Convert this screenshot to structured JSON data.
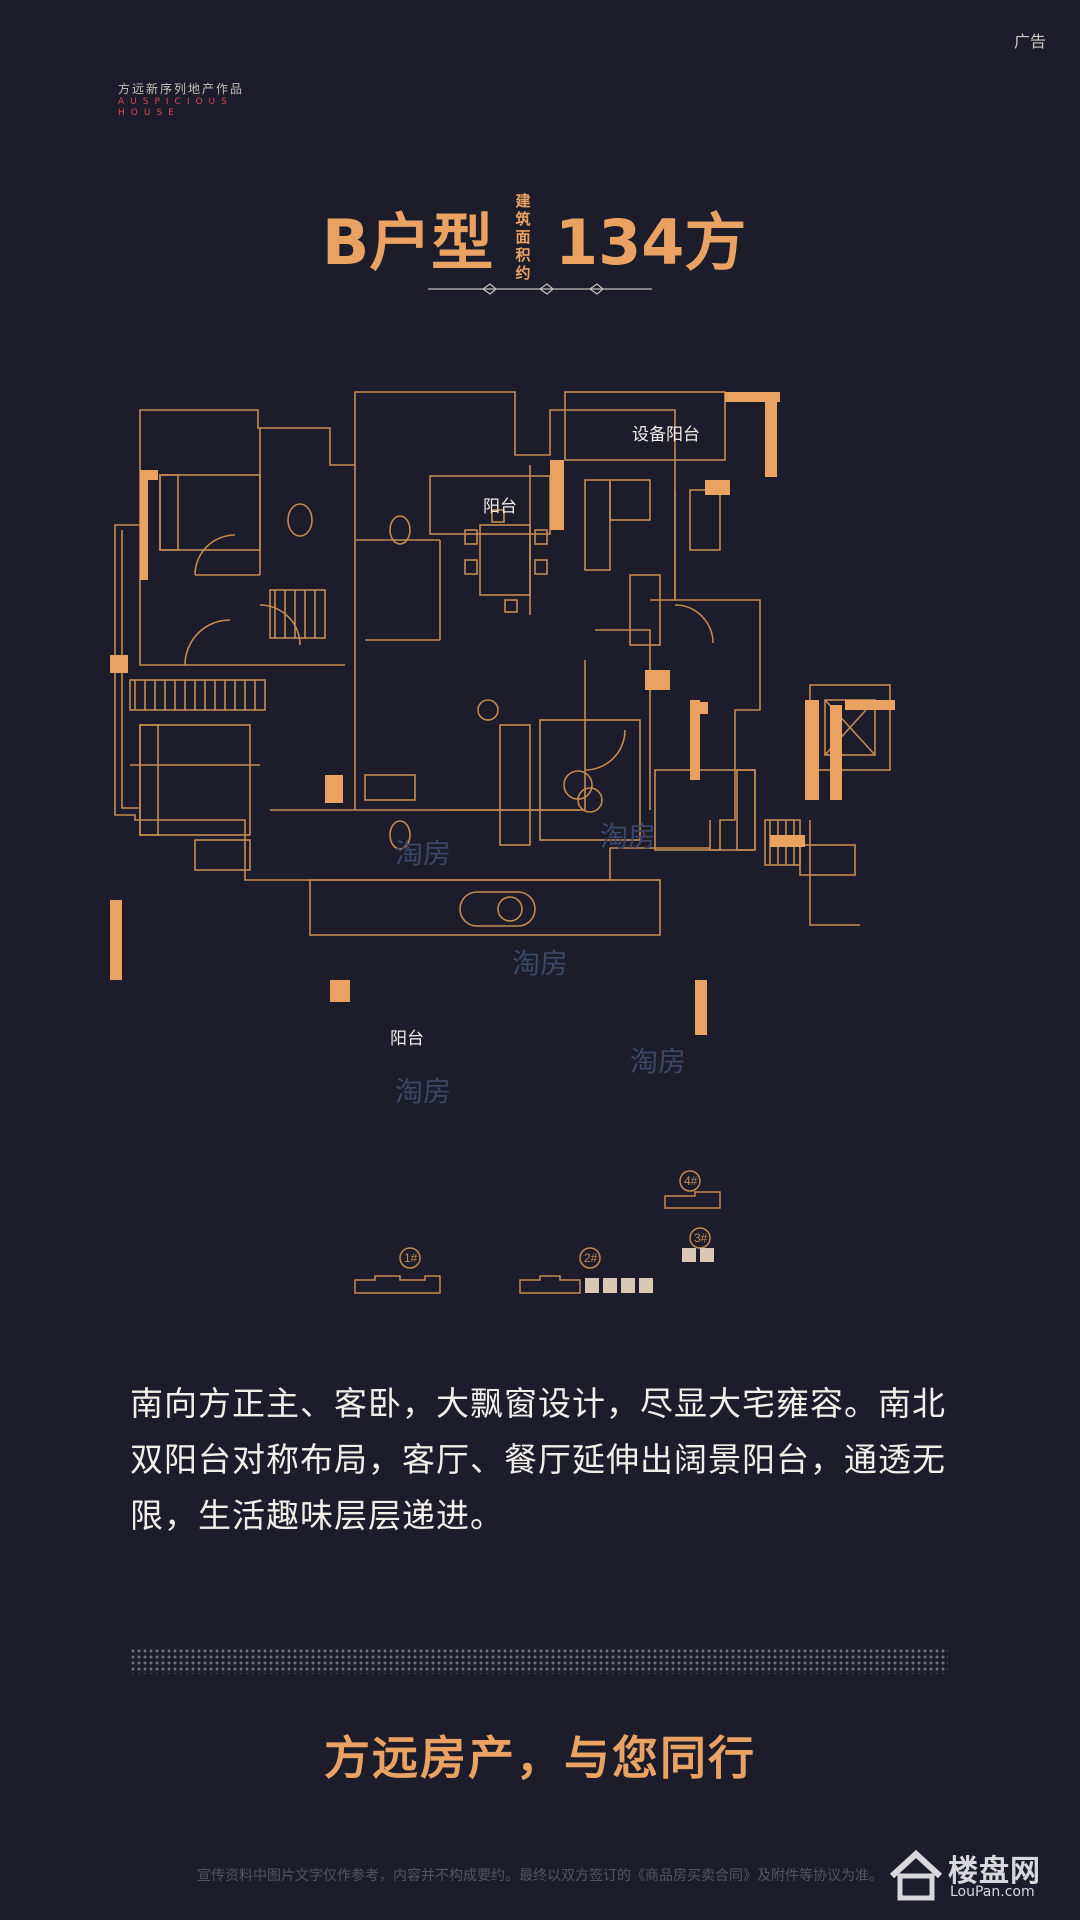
{
  "ad_label": "广告",
  "brand": {
    "line1": "方远新序列地产作品",
    "line2": "AUSPICIOUS",
    "line3": "HOUSE"
  },
  "title": {
    "unit_type": "B户型",
    "area_label_vertical": "建筑面积约",
    "area": "134方"
  },
  "floorplan": {
    "rooms": {
      "equipment_balcony": "设备阳台",
      "north_balcony": "阳台",
      "south_balcony": "阳台"
    },
    "watermark": "淘房"
  },
  "siteplan": {
    "buildings": [
      "1#",
      "2#",
      "3#",
      "4#"
    ]
  },
  "description": "南向方正主、客卧，大飘窗设计，尽显大宅雍容。南北双阳台对称布局，客厅、餐厅延伸出阔景阳台，通透无限，生活趣味层层递进。",
  "slogan": "方远房产，与您同行",
  "disclaimer": "宣传资料中图片文字仅作参考，内容并不构成要约。最终以双方签订的《商品房买卖合同》及附件等协议为准。",
  "logo": {
    "name": "楼盘网",
    "url_text": "LouPan.com"
  },
  "colors": {
    "background": "#1c1c2b",
    "accent": "#eaa262",
    "line": "#c48a52"
  }
}
